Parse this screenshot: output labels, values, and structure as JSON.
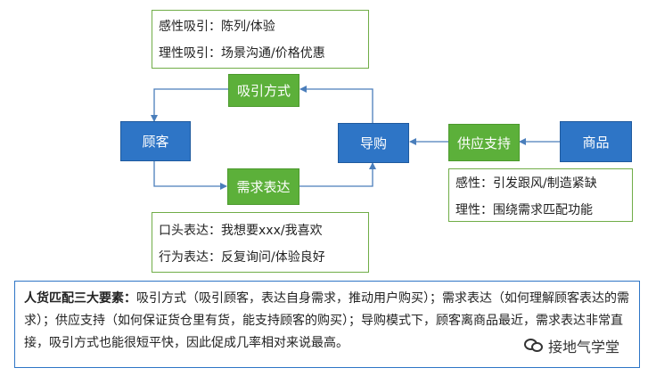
{
  "notes": {
    "attract": {
      "line1": "感性吸引：陈列/体验",
      "line2": "理性吸引：场景沟通/价格优惠"
    },
    "supply": {
      "line1": "感性：引发跟风/制造紧缺",
      "line2": "理性：围绕需求匹配功能"
    },
    "demand": {
      "line1": "口头表达：我想要xxx/我喜欢",
      "line2": "行为表达：反复询问/体验良好"
    }
  },
  "boxes": {
    "attract_method": "吸引方式",
    "customer": "顾客",
    "demand_expression": "需求表达",
    "guide": "导购",
    "supply_support": "供应支持",
    "product": "商品"
  },
  "summary": {
    "lead": "人货匹配三大要素：",
    "body": "吸引方式（吸引顾客，表达自身需求，推动用户购买）；需求表达（如何理解顾客表达的需求）；供应支持（如何保证货仓里有货，能支持顾客的购买）；导购模式下，顾客离商品最近，需求表达非常直接，吸引方式也能很短平快，因此促成几率相对来说最高。"
  },
  "watermark": {
    "text": "接地气学堂",
    "icon": "wechat-icon"
  },
  "colors": {
    "blue": "#2e75c6",
    "green": "#5cb03a",
    "note_border": "#70ad47",
    "arrow": "#4a7ebb"
  }
}
